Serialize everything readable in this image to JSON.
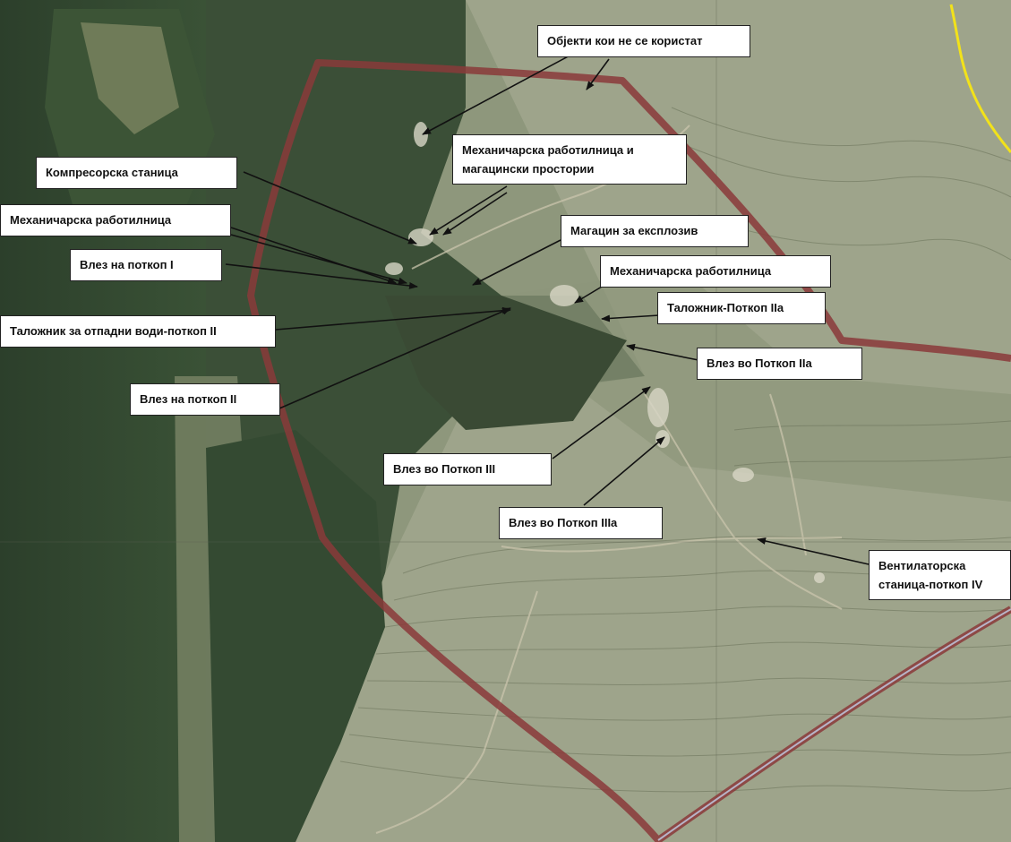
{
  "colors": {
    "forest_dark": "#2a3d2a",
    "forest_mid": "#3f5a3a",
    "meadow": "#7e8b6a",
    "hill": "#a0a88e",
    "boundary": "#8a3a3a",
    "yellow_line": "#f2e21a",
    "label_bg": "#ffffff",
    "arrow": "#111111"
  },
  "labels": {
    "unused_objects": "Објекти кои не се користат",
    "mech_workshop_storage": "Механичарска работилница и магацински простории",
    "compressor_station": "Компресорска станица",
    "mech_workshop_1": "Механичарска работилница",
    "explosive_storage": "Магацин за експлозив",
    "entrance_adit_1": "Влез на поткоп I",
    "mech_workshop_2": "Механичарска работилница",
    "settler_adit_2a": "Таложник-Поткоп IIа",
    "wastewater_settler_adit_2": "Таложник за отпадни води-поткоп II",
    "entrance_adit_2a": "Влез во Поткоп IIа",
    "entrance_adit_2": "Влез на поткоп II",
    "entrance_adit_3": "Влез во Поткоп III",
    "entrance_adit_3a": "Влез во Поткоп IIIа",
    "ventilation_station_adit_4": "Вентилаторска станица-поткоп IV"
  }
}
